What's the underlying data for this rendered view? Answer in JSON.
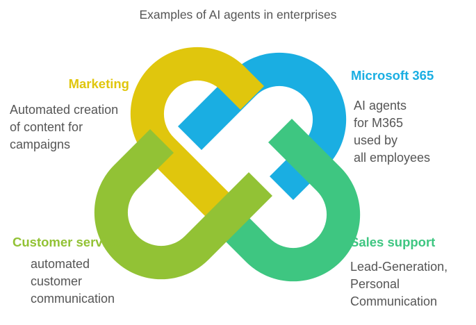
{
  "title": "Examples of AI agents in enterprises",
  "quadrants": {
    "marketing": {
      "heading": "Marketing",
      "description": "Automated creation\nof content for\ncampaigns",
      "color": "#e0c60d"
    },
    "microsoft365": {
      "heading": "Microsoft 365",
      "description": "AI agents\nfor M365\nused by\nall employees",
      "color": "#1aaee2"
    },
    "customer_service": {
      "heading": "Customer service",
      "description": "automated\ncustomer\ncommunication",
      "color": "#92c235"
    },
    "sales_support": {
      "heading": "Sales support",
      "description": "Lead-Generation,\nPersonal\nCommunication",
      "color": "#3ec681"
    }
  }
}
